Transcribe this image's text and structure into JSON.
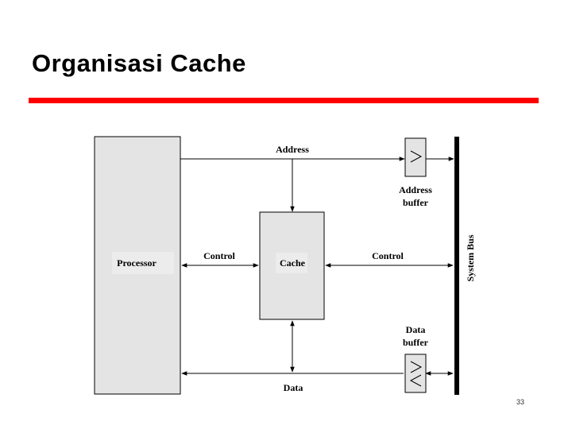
{
  "slide": {
    "title": "Organisasi Cache",
    "page_number": "33",
    "accent_color": "#ff0000"
  },
  "diagram": {
    "processor_label": "Processor",
    "cache_label": "Cache",
    "system_bus_label": "System Bus",
    "address_label": "Address",
    "address_buffer_label_line1": "Address",
    "address_buffer_label_line2": "buffer",
    "data_buffer_label_line1": "Data",
    "data_buffer_label_line2": "buffer",
    "control_left_label": "Control",
    "control_right_label": "Control",
    "data_label": "Data",
    "box_fill_color": "#e4e4e4"
  }
}
